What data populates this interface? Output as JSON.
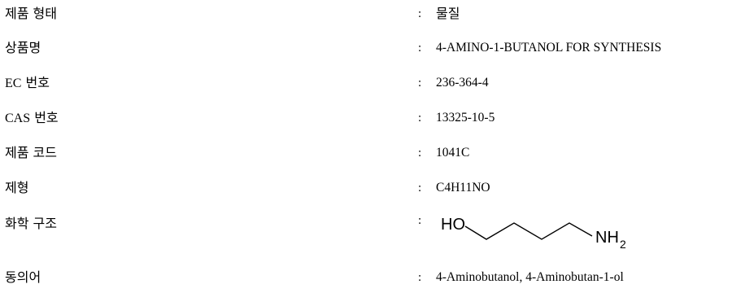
{
  "rows": {
    "form": {
      "label": "제품 형태",
      "value": "물질"
    },
    "name": {
      "label": "상품명",
      "value": "4-AMINO-1-BUTANOL FOR SYNTHESIS"
    },
    "ec": {
      "label_latin": "EC",
      "label_kr": " 번호",
      "value": "236-364-4"
    },
    "cas": {
      "label_latin": "CAS",
      "label_kr": " 번호",
      "value": "13325-10-5"
    },
    "code": {
      "label": "제품 코드",
      "value": "1041C"
    },
    "formula": {
      "label": "제형",
      "value": "C4H11NO"
    },
    "structure": {
      "label": "화학 구조",
      "ho": "HO",
      "nh": "NH",
      "sub": "2"
    },
    "synonyms": {
      "label": "동의어",
      "value": "4-Aminobutanol, 4-Aminobutan-1-ol"
    }
  },
  "separator": ":"
}
